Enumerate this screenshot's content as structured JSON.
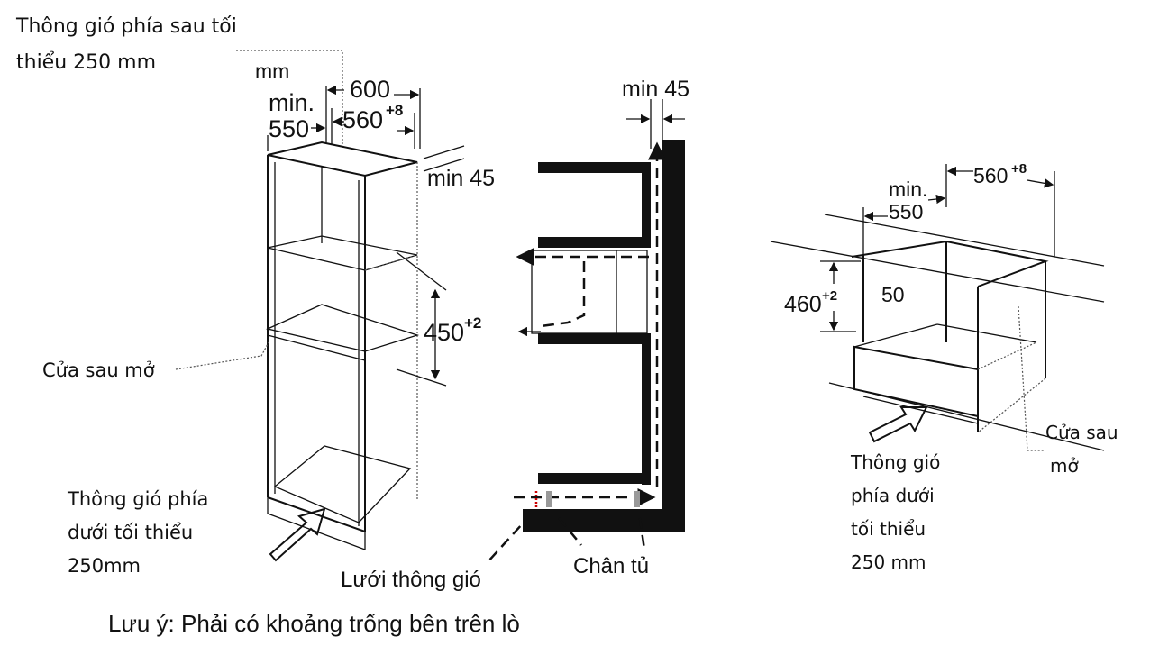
{
  "left_figure": {
    "rear_vent_line1": "Thông gió phía sau tối",
    "rear_vent_line2": "thiểu 250  mm",
    "unit": "mm",
    "min_label": "min.",
    "dim_550": "550",
    "dim_600": "600",
    "dim_560": "560",
    "dim_560_tol": "+8",
    "min_45": "min 45",
    "dim_450": "450",
    "dim_450_tol": "+2",
    "rear_open": "Cửa sau mở",
    "bottom_vent_line1": "Thông gió phía",
    "bottom_vent_line2": "dưới tối thiểu",
    "bottom_vent_line3": "250mm"
  },
  "middle_figure": {
    "min_45": "min 45",
    "vent_grille": "Lưới thông gió",
    "cabinet_foot": "Chân tủ"
  },
  "right_figure": {
    "min_label": "min.",
    "dim_550": "550",
    "dim_560": "560",
    "dim_560_tol": "+8",
    "dim_460": "460",
    "dim_460_tol": "+2",
    "dim_50": "50",
    "rear_open_line1": "Cửa sau",
    "rear_open_line2": "mở",
    "bottom_vent_line1": "Thông gió",
    "bottom_vent_line2": "phía dưới",
    "bottom_vent_line3": "tối thiểu",
    "bottom_vent_line4": "250 mm"
  },
  "note": "Lưu ý: Phải có khoảng trống bên trên lò"
}
